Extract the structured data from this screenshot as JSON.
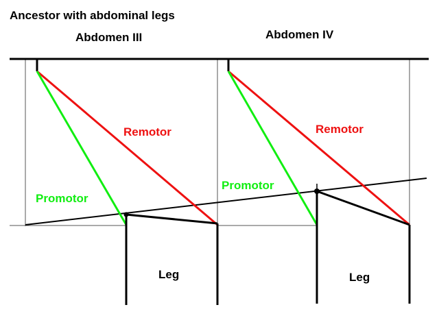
{
  "title": "Ancestor with abdominal legs",
  "segments": [
    {
      "heading": "Abdomen III",
      "remotor_label": "Remotor",
      "promotor_label": "Promotor",
      "leg_label": "Leg"
    },
    {
      "heading": "Abdomen IV",
      "remotor_label": "Remotor",
      "promotor_label": "Promotor",
      "leg_label": "Leg"
    }
  ],
  "colors": {
    "remotor": "#ee1111",
    "promotor": "#11ee11",
    "structure": "#000000",
    "outline": "#555555"
  }
}
